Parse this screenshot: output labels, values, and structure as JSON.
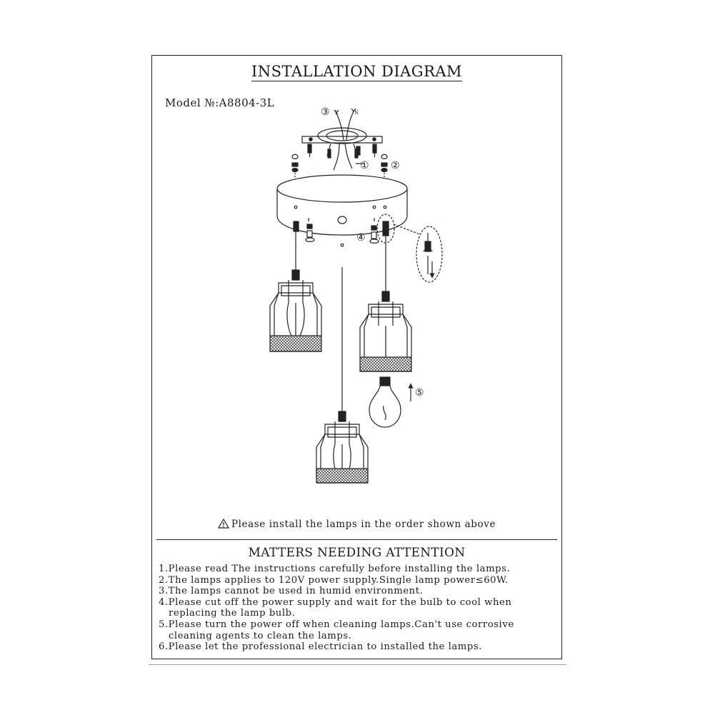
{
  "title": "INSTALLATION DIAGRAM",
  "model": "Model №:A8804-3L",
  "labels": {
    "step1": "①",
    "step2": "②",
    "step3": "③",
    "step4": "④",
    "step5": "⑤",
    "wire_l": "L",
    "wire_n": "N"
  },
  "warning_text": "Please install the lamps in the order shown above",
  "attention_title": "MATTERS NEEDING ATTENTION",
  "notes": [
    "1.Please read The instructions carefully before installing the lamps.",
    "2.The lamps applies to 120V power supply.Single lamp power≤60W.",
    "3.The lamps cannot be used in humid environment.",
    "4.Please cut off the power supply and wait for the bulb to cool when replacing the lamp bulb.",
    "5.Please turn the power off when cleaning lamps.Can't use corrosive cleaning agents to clean the lamps.",
    "6.Please let the professional electrician to installed the lamps."
  ]
}
